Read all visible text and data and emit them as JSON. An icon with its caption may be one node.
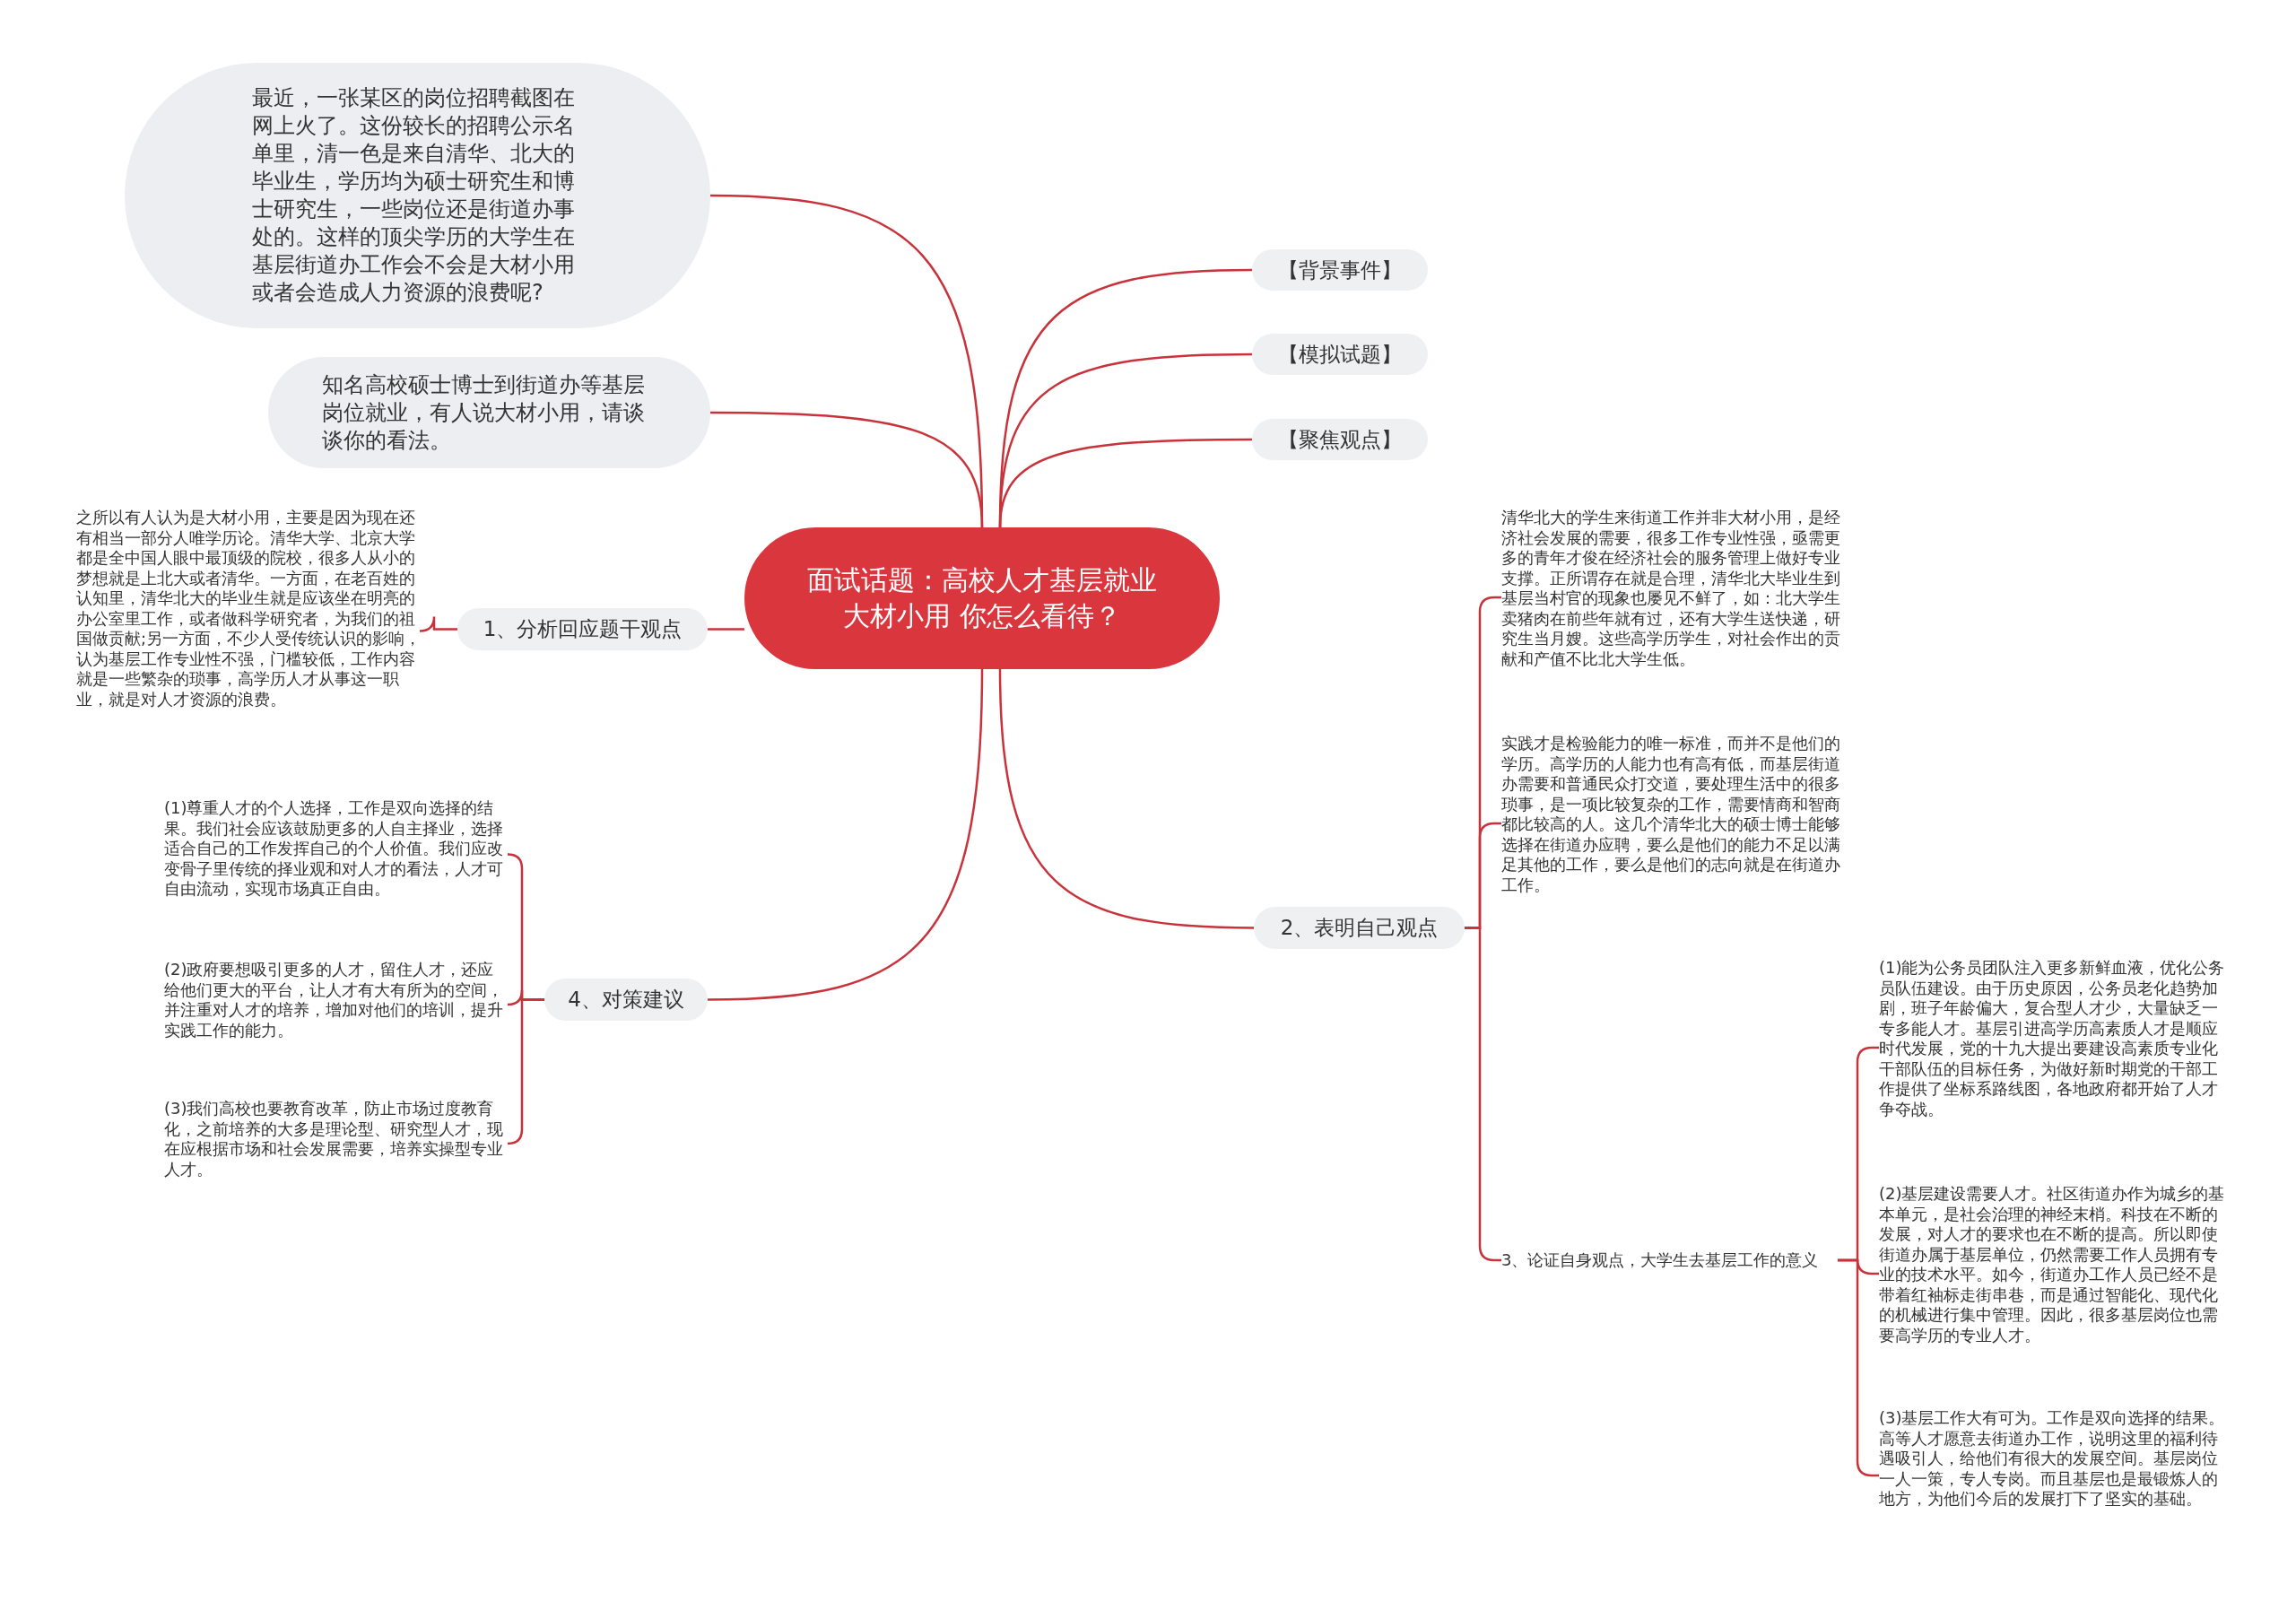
{
  "diagram": {
    "nodes": [
      {
        "text": [
          "面试话题：高校人才基层就业大材小用 你怎么看待？"
        ]
      },
      {
        "text": [
          "最近，一张某区的岗位招聘截图在网上火了。这份较长的招聘公示名单里，清一色是来自清华、北大的毕业生，学历均为硕士研究生和博士研究生，一些岗位还是街道办事处的。这样的顶尖学历的大学生在基层街道办工作会不会是大材小用或者会造成人力资源的浪费呢?"
        ]
      },
      {
        "text": [
          "知名高校硕士博士到街道办等基层岗位就业，有人说大材小用，请谈谈你的看法。"
        ]
      },
      {
        "text": [
          "【背景事件】"
        ]
      },
      {
        "text": [
          "【模拟试题】"
        ]
      },
      {
        "text": [
          "【聚焦观点】"
        ]
      },
      {
        "text": [
          "1、分析回应题干观点"
        ]
      },
      {
        "text": [
          "之所以有人认为是大材小用，主要是因为现在还有相当一部分人唯学历论。清华大学、北京大学都是全中国人眼中最顶级的院校，很多人从小的梦想就是上北大或者清华。一方面，在老百姓的认知里，清华北大的毕业生就是应该坐在明亮的办公室里工作，或者做科学研究者，为我们的祖国做贡献;另一方面，不少人受传统认识的影响，认为基层工作专业性不强，门槛较低，工作内容就是一些繁杂的琐事，高学历人才从事这一职业，就是对人才资源的浪费。"
        ]
      },
      {
        "text": [
          "2、表明自己观点"
        ]
      },
      {
        "text": [
          "清华北大的学生来街道工作并非大材小用，是经济社会发展的需要，很多工作专业性强，亟需更多的青年才俊在经济社会的服务管理上做好专业支撑。正所谓存在就是合理，清华北大毕业生到基层当村官的现象也屡见不鲜了，如：北大学生卖猪肉在前些年就有过，还有大学生送快递，研究生当月嫂。这些高学历学生，对社会作出的贡献和产值不比北大学生低。"
        ]
      },
      {
        "text": [
          "实践才是检验能力的唯一标准，而并不是他们的学历。高学历的人能力也有高有低，而基层街道办需要和普通民众打交道，要处理生活中的很多琐事，是一项比较复杂的工作，需要情商和智商都比较高的人。这几个清华北大的硕士博士能够选择在街道办应聘，要么是他们的能力不足以满足其他的工作，要么是他们的志向就是在街道办工作。"
        ]
      },
      {
        "text": [
          "3、论证自身观点，大学生去基层工作的意义"
        ]
      },
      {
        "text": [
          "(1)能为公务员团队注入更多新鲜血液，优化公务员队伍建设。由于历史原因，公务员老化趋势加剧，班子年龄偏大，复合型人才少，大量缺乏一专多能人才。基层引进高学历高素质人才是顺应时代发展，党的十九大提出要建设高素质专业化干部队伍的目标任务，为做好新时期党的干部工作提供了坐标系路线图，各地政府都开始了人才争夺战。"
        ]
      },
      {
        "text": [
          "(2)基层建设需要人才。社区街道办作为城乡的基本单元，是社会治理的神经末梢。科技在不断的发展，对人才的要求也在不断的提高。所以即使街道办属于基层单位，仍然需要工作人员拥有专业的技术水平。如今，街道办工作人员已经不是带着红袖标走街串巷，而是通过智能化、现代化的机械进行集中管理。因此，很多基层岗位也需要高学历的专业人才。"
        ]
      },
      {
        "text": [
          "(3)基层工作大有可为。工作是双向选择的结果。高等人才愿意去街道办工作，说明这里的福利待遇吸引人，给他们有很大的发展空间。基层岗位一人一策，专人专岗。而且基层也是最锻炼人的地方，为他们今后的发展打下了坚实的基础。"
        ]
      },
      {
        "text": [
          "4、对策建议"
        ]
      },
      {
        "text": [
          "(1)尊重人才的个人选择，工作是双向选择的结果。我们社会应该鼓励更多的人自主择业，选择适合自己的工作发挥自己的个人价值。我们应改变骨子里传统的择业观和对人才的看法，人才可自由流动，实现市场真正自由。"
        ]
      },
      {
        "text": [
          "(2)政府要想吸引更多的人才，留住人才，还应给他们更大的平台，让人才有大有所为的空间，并注重对人才的培养，增加对他们的培训，提升实践工作的能力。"
        ]
      },
      {
        "text": [
          "(3)我们高校也要教育改革，防止市场过度教育化，之前培养的大多是理论型、研究型人才，现在应根据市场和社会发展需要，培养实操型专业人才。"
        ]
      }
    ],
    "edges": [
      {
        "from": 0,
        "to": 1,
        "arrow": "none"
      },
      {
        "from": 0,
        "to": 2,
        "arrow": "none"
      },
      {
        "from": 0,
        "to": 3,
        "arrow": "none"
      },
      {
        "from": 0,
        "to": 4,
        "arrow": "none"
      },
      {
        "from": 0,
        "to": 5,
        "arrow": "none"
      },
      {
        "from": 0,
        "to": 6,
        "arrow": "none"
      },
      {
        "from": 6,
        "to": 7,
        "arrow": "none"
      },
      {
        "from": 0,
        "to": 8,
        "arrow": "none"
      },
      {
        "from": 8,
        "to": 9,
        "arrow": "none"
      },
      {
        "from": 8,
        "to": 10,
        "arrow": "none"
      },
      {
        "from": 8,
        "to": 11,
        "arrow": "none"
      },
      {
        "from": 11,
        "to": 12,
        "arrow": "none"
      },
      {
        "from": 11,
        "to": 13,
        "arrow": "none"
      },
      {
        "from": 11,
        "to": 14,
        "arrow": "none"
      },
      {
        "from": 0,
        "to": 15,
        "arrow": "none"
      },
      {
        "from": 15,
        "to": 16,
        "arrow": "none"
      },
      {
        "from": 15,
        "to": 17,
        "arrow": "none"
      },
      {
        "from": 15,
        "to": 18,
        "arrow": "none"
      }
    ]
  }
}
